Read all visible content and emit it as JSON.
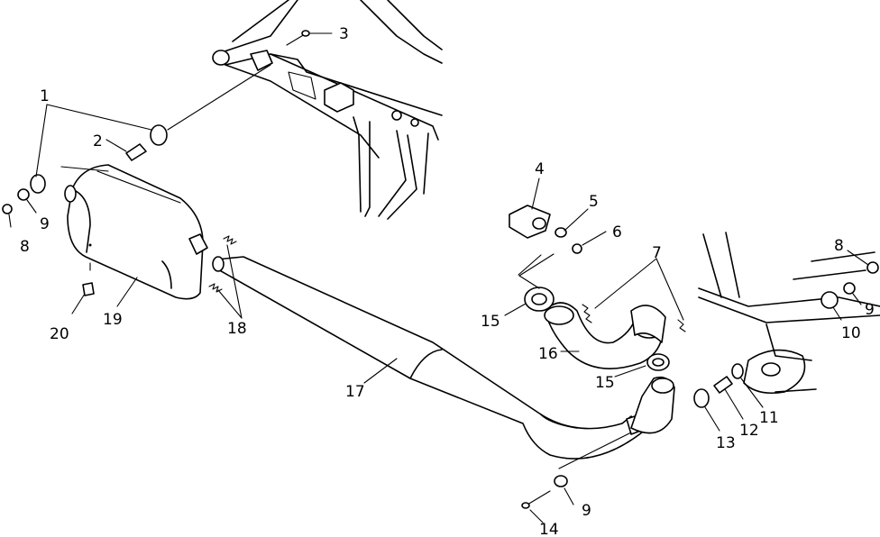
{
  "diagram": {
    "type": "exploded parts diagram",
    "callouts": [
      {
        "id": "c1",
        "text": "1"
      },
      {
        "id": "c2",
        "text": "2"
      },
      {
        "id": "c3",
        "text": "3"
      },
      {
        "id": "c4",
        "text": "4"
      },
      {
        "id": "c5",
        "text": "5"
      },
      {
        "id": "c6",
        "text": "6"
      },
      {
        "id": "c7",
        "text": "7"
      },
      {
        "id": "c8a",
        "text": "8"
      },
      {
        "id": "c8b",
        "text": "8"
      },
      {
        "id": "c9a",
        "text": "9"
      },
      {
        "id": "c9b",
        "text": "9"
      },
      {
        "id": "c9c",
        "text": "9"
      },
      {
        "id": "c10",
        "text": "10"
      },
      {
        "id": "c11",
        "text": "11"
      },
      {
        "id": "c12",
        "text": "12"
      },
      {
        "id": "c13",
        "text": "13"
      },
      {
        "id": "c14",
        "text": "14"
      },
      {
        "id": "c15a",
        "text": "15"
      },
      {
        "id": "c15b",
        "text": "15"
      },
      {
        "id": "c16",
        "text": "16"
      },
      {
        "id": "c17",
        "text": "17"
      },
      {
        "id": "c18",
        "text": "18"
      },
      {
        "id": "c19",
        "text": "19"
      },
      {
        "id": "c20",
        "text": "20"
      }
    ]
  }
}
